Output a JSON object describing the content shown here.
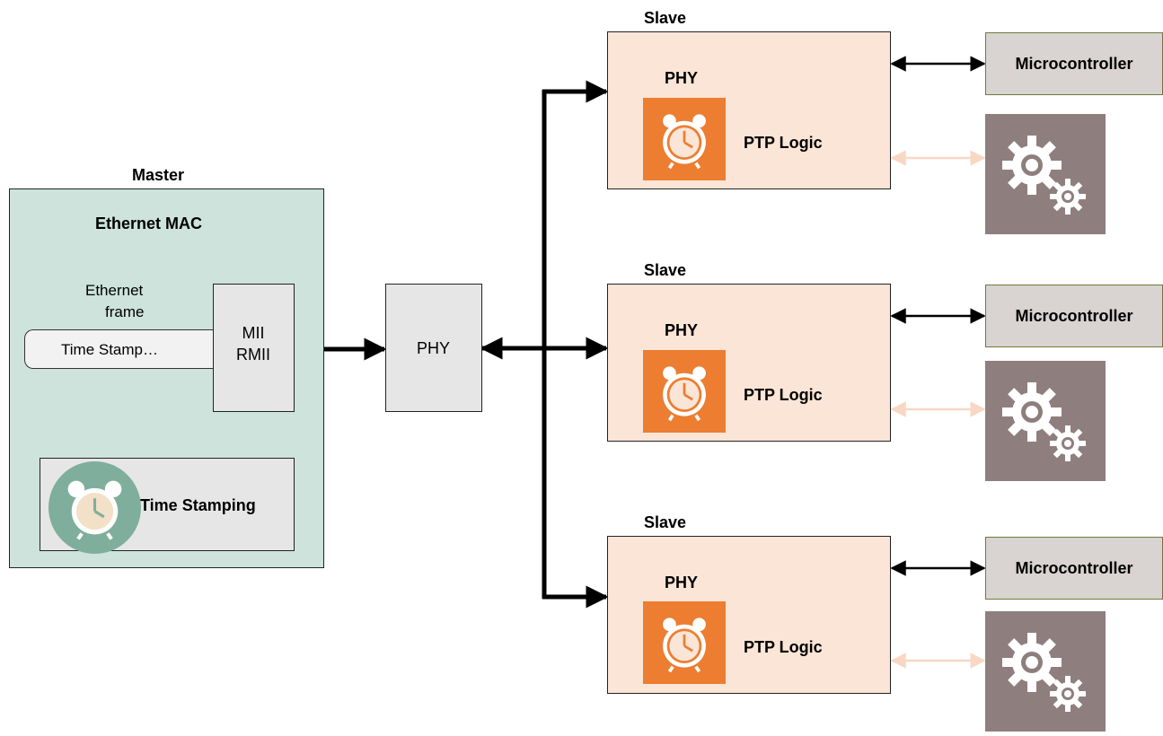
{
  "master": {
    "title": "Master",
    "mac_label": "Ethernet MAC",
    "frame_label_line1": "Ethernet",
    "frame_label_line2": "frame",
    "frame_field": "Time Stamp…",
    "mii_line1": "MII",
    "mii_line2": "RMII",
    "timestamping_label": "Time Stamping"
  },
  "phy_center": {
    "label": "PHY"
  },
  "slaves": [
    {
      "title": "Slave",
      "phy": "PHY",
      "ptp": "PTP Logic",
      "mcu": "Microcontroller"
    },
    {
      "title": "Slave",
      "phy": "PHY",
      "ptp": "PTP Logic",
      "mcu": "Microcontroller"
    },
    {
      "title": "Slave",
      "phy": "PHY",
      "ptp": "PTP Logic",
      "mcu": "Microcontroller"
    }
  ],
  "icons": {
    "clock": "alarm-clock-icon",
    "gears": "gears-icon"
  },
  "colors": {
    "master_fill": "#cde3dc",
    "slave_fill": "#fbe5d6",
    "clock_orange": "#ed7d31",
    "clock_teal": "#7fae9c",
    "gear_tile": "#8e7f7e",
    "mcu_fill": "#d9d3d1",
    "faint_arrow": "#f8d8c4"
  }
}
